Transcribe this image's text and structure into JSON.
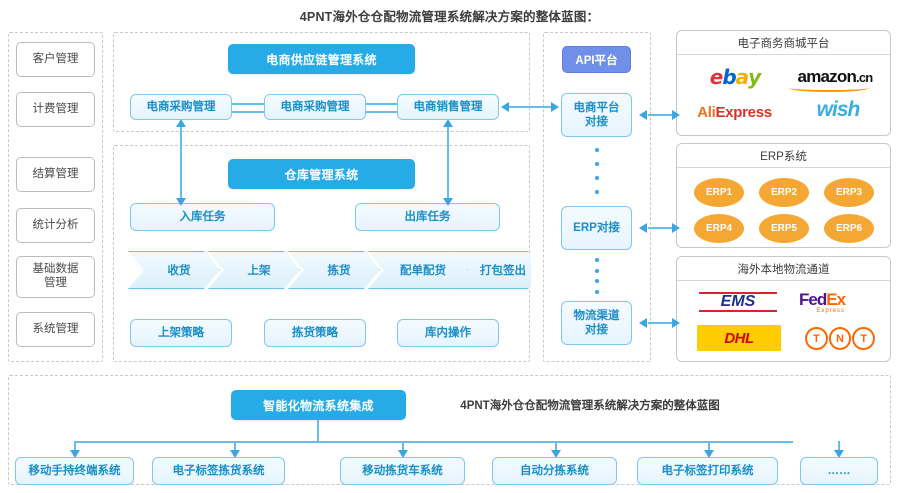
{
  "title": "4PNT海外仓仓配物流管理系统解决方案的整体蓝图：",
  "sidebar": {
    "items": [
      {
        "label": "客户管理"
      },
      {
        "label": "计费管理"
      },
      {
        "label": "结算管理"
      },
      {
        "label": "统计分析"
      },
      {
        "label": "基础数据管理"
      },
      {
        "label": "系统管理"
      }
    ]
  },
  "supply_chain": {
    "header": "电商供应链管理系统",
    "modules": [
      "电商采购管理",
      "电商采购管理",
      "电商销售管理"
    ]
  },
  "warehouse": {
    "header": "仓库管理系统",
    "tasks": [
      "入库任务",
      "出库任务"
    ],
    "flow": [
      "收货",
      "上架",
      "拣货",
      "配单配货",
      "打包签出"
    ],
    "strategies": [
      "上架策略",
      "拣货策略",
      "库内操作"
    ]
  },
  "api": {
    "header": "API平台",
    "connectors": [
      "电商平台对接",
      "ERP对接",
      "物流渠道对接"
    ]
  },
  "partners": {
    "ecommerce": {
      "title": "电子商务商城平台",
      "logos": [
        "ebay",
        "amazon.cn",
        "AliExpress",
        "wish"
      ]
    },
    "erp": {
      "title": "ERP系统",
      "items": [
        "ERP1",
        "ERP2",
        "ERP3",
        "ERP4",
        "ERP5",
        "ERP6"
      ]
    },
    "logistics": {
      "title": "海外本地物流通道",
      "logos": [
        "EMS",
        "FedEx Express",
        "DHL",
        "TNT"
      ]
    }
  },
  "bottom": {
    "header": "智能化物流系统集成",
    "note": "4PNT海外仓仓配物流管理系统解决方案的整体蓝图",
    "items": [
      "移动手持终端系统",
      "电子标签拣货系统",
      "移动拣货车系统",
      "自动分拣系统",
      "电子标签打印系统",
      "……"
    ]
  },
  "colors": {
    "accent_blue": "#26abe6",
    "accent_purple": "#6f8fe8",
    "erp_orange": "#f5a733",
    "line_blue": "#66bdea"
  }
}
